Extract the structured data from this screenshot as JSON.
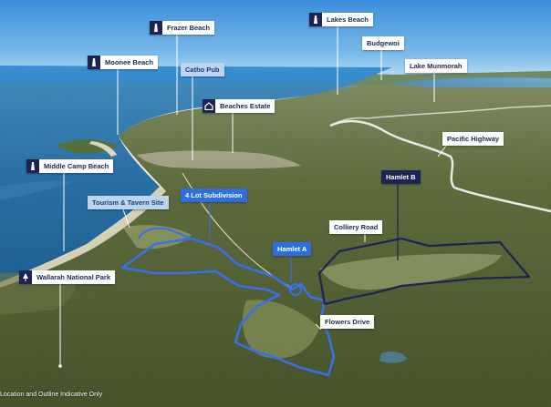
{
  "labels": {
    "lakes_beach": "Lakes Beach",
    "frazer_beach": "Frazer Beach",
    "budgewoi": "Budgewoi",
    "moonee_beach": "Moonee Beach",
    "lake_munmorah": "Lake Munmorah",
    "catho_pub": "Catho Pub",
    "beaches_estate": "Beaches Estate",
    "pacific_highway": "Pacific Highway",
    "middle_camp_beach": "Middle Camp Beach",
    "hamlet_b": "Hamlet B",
    "four_lot_subdivision": "4 Lot Subdivision",
    "tourism_tavern_site": "Tourism & Tavern Site",
    "colliery_road": "Colliery Road",
    "hamlet_a": "Hamlet A",
    "wallarah_national_park": "Wallarah National Park",
    "flowers_drive": "Flowers Drive"
  },
  "disclaimer": "Location and Outline Indicative Only",
  "colors": {
    "sky": "#4f9ee0",
    "ocean": "#1f6fb8",
    "forest": "#4a5a2c",
    "outline_blue": "#3a6fe8",
    "outline_navy": "#1c2456"
  }
}
